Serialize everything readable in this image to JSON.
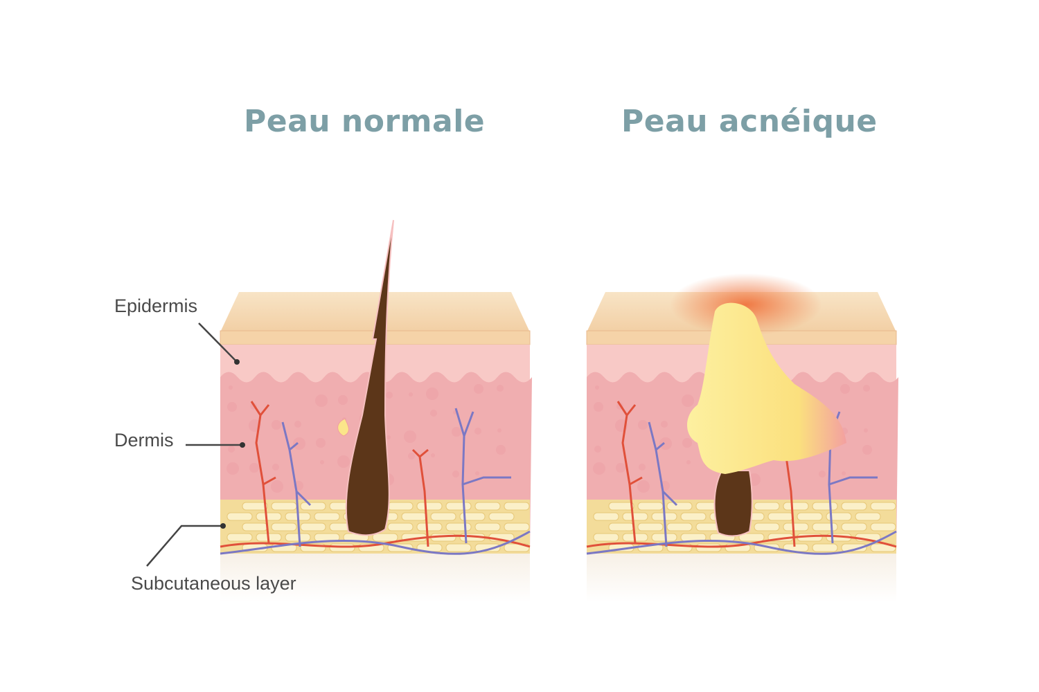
{
  "titles": {
    "normal": "Peau normale",
    "acne": "Peau acnéique"
  },
  "labels": {
    "epidermis": "Epidermis",
    "dermis": "Dermis",
    "subcutaneous": "Subcutaneous layer"
  },
  "colors": {
    "title": "#7d9fa6",
    "epidermis_top": "#f6d9b4",
    "dermis": "#f0aeb0",
    "fat": "#f5e3a8",
    "hair": "#5c3619",
    "pus": "#fbe58a",
    "artery": "#e0503a",
    "vein": "#7b78c4"
  }
}
